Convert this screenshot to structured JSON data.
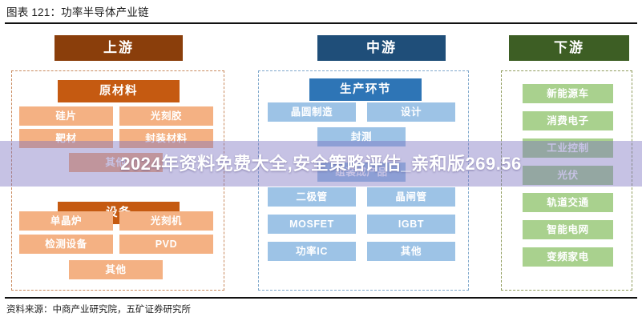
{
  "figure": {
    "title": "图表 121：功率半导体产业链",
    "source": "资料来源：中商产业研究院，五矿证券研究所"
  },
  "overlay": {
    "text": "2024年资料免费大全,安全策略评估_亲和版269.56",
    "band_color": "#786EBE"
  },
  "colors": {
    "upstream_header": "#8A3E0B",
    "midstream_header": "#1F4E79",
    "downstream_header": "#3D5E24",
    "orange_group": "#C55A11",
    "blue_group": "#2E75B6",
    "orange_cell": "#F4B183",
    "blue_cell": "#9DC3E6",
    "green_cell": "#A9D18E",
    "upstream_dash": "#C98A5E",
    "midstream_dash": "#7FA8CC",
    "downstream_dash": "#8E9B5B"
  },
  "columns": {
    "upstream": {
      "header": "上游",
      "groups": [
        {
          "head": "原材料",
          "cells": [
            "硅片",
            "光刻胶",
            "靶材",
            "封装材料",
            "其他"
          ]
        },
        {
          "head": "设备",
          "cells": [
            "单晶炉",
            "光刻机",
            "检测设备",
            "PVD",
            "其他"
          ]
        }
      ]
    },
    "midstream": {
      "header": "中游",
      "groups": [
        {
          "head": "生产环节",
          "cells": [
            "晶圆制造",
            "设计",
            "封测",
            "组装成产品"
          ]
        },
        {
          "head": "",
          "cells": [
            "二极管",
            "晶闸管",
            "MOSFET",
            "IGBT",
            "功率IC",
            "其他"
          ]
        }
      ]
    },
    "downstream": {
      "header": "下游",
      "cells": [
        "新能源车",
        "消费电子",
        "工业控制",
        "光伏",
        "轨道交通",
        "智能电网",
        "变频家电"
      ]
    }
  }
}
